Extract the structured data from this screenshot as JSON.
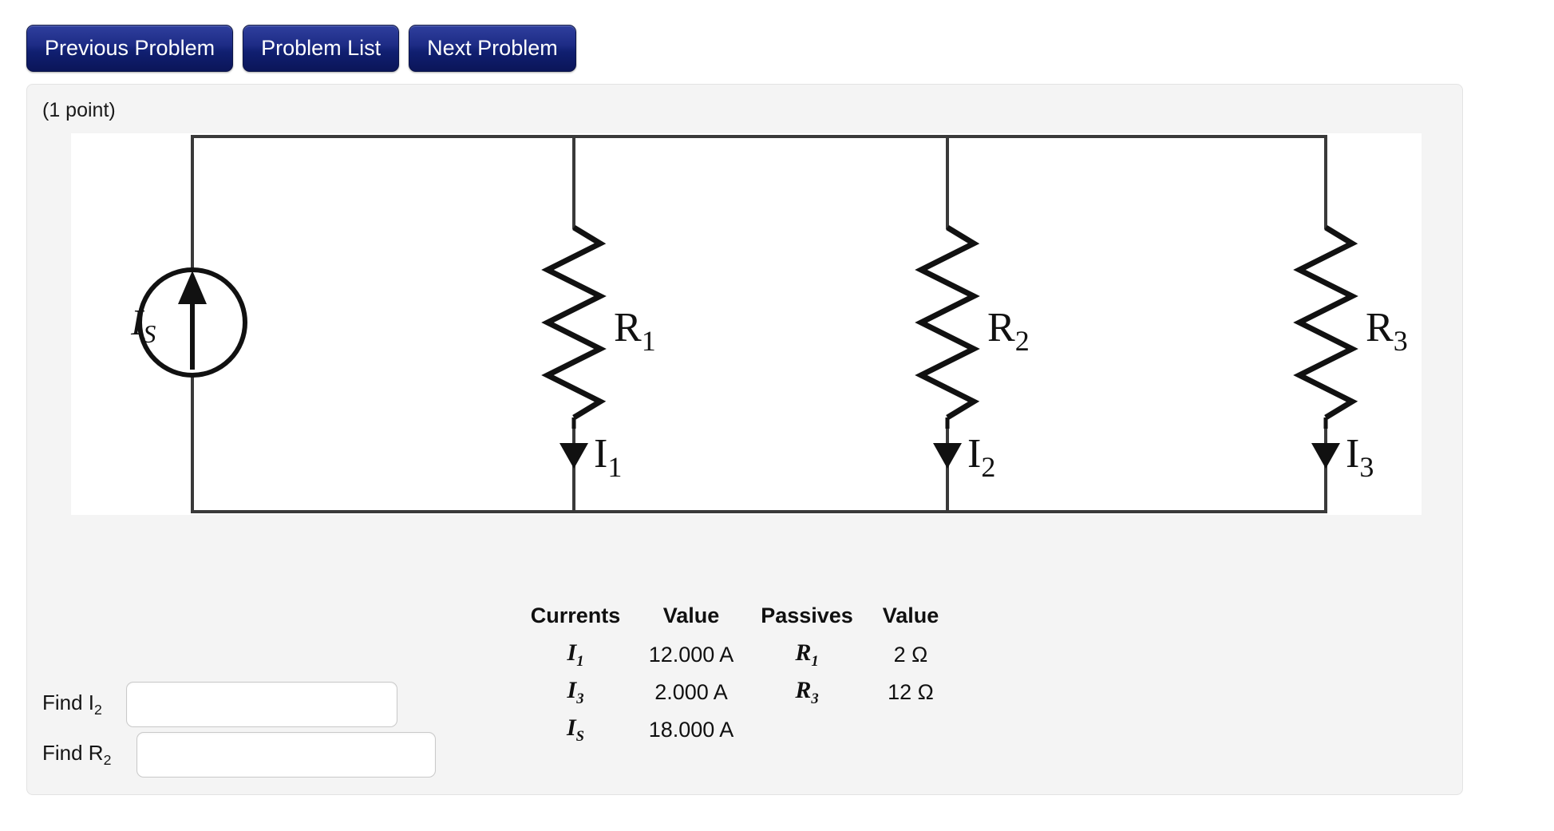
{
  "nav": {
    "buttons": [
      {
        "label": "Previous Problem",
        "name": "previous-problem-button"
      },
      {
        "label": "Problem List",
        "name": "problem-list-button"
      },
      {
        "label": "Next Problem",
        "name": "next-problem-button"
      }
    ]
  },
  "problem": {
    "points": "(1 point)"
  },
  "circuit": {
    "source_label": "I",
    "source_sub": "S",
    "branches": [
      {
        "resistor": "R",
        "resistor_sub": "1",
        "current": "I",
        "current_sub": "1"
      },
      {
        "resistor": "R",
        "resistor_sub": "2",
        "current": "I",
        "current_sub": "2"
      },
      {
        "resistor": "R",
        "resistor_sub": "3",
        "current": "I",
        "current_sub": "3"
      }
    ]
  },
  "table": {
    "headers": {
      "currents": "Currents",
      "current_value": "Value",
      "passives": "Passives",
      "passive_value": "Value"
    },
    "rows": [
      {
        "current_symbol": "I",
        "current_sub": "1",
        "current_value": "12.000 A",
        "passive_symbol": "R",
        "passive_sub": "1",
        "passive_value": "2 Ω"
      },
      {
        "current_symbol": "I",
        "current_sub": "3",
        "current_value": "2.000 A",
        "passive_symbol": "R",
        "passive_sub": "3",
        "passive_value": "12 Ω"
      },
      {
        "current_symbol": "I",
        "current_sub": "S",
        "current_value": "18.000 A",
        "passive_symbol": "",
        "passive_sub": "",
        "passive_value": ""
      }
    ]
  },
  "answers": [
    {
      "label_prefix": "Find I",
      "label_sub": "2",
      "value": "",
      "placeholder": ""
    },
    {
      "label_prefix": "Find R",
      "label_sub": "2",
      "value": "",
      "placeholder": ""
    }
  ],
  "colors": {
    "button_navy_light": "#2f3f9e",
    "button_navy_dark": "#0b1559",
    "panel_bg": "#f4f4f4",
    "canvas_bg": "#ffffff",
    "wire": "#333333",
    "text": "#101010"
  }
}
